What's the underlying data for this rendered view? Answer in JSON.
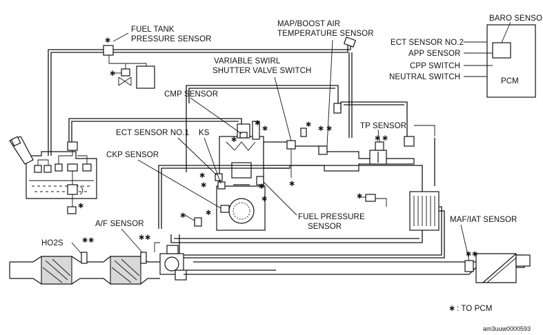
{
  "labels": {
    "fuel_tank_pressure_sensor_1": "FUEL TANK",
    "fuel_tank_pressure_sensor_2": "PRESSURE SENSOR",
    "map_boost_1": "MAP/BOOST AIR",
    "map_boost_2": "TEMPERATURE SENSOR",
    "variable_swirl_1": "VARIABLE SWIRL",
    "variable_swirl_2": "SHUTTER VALVE SWITCH",
    "cmp_sensor": "CMP SENSOR",
    "ect_sensor_no1": "ECT SENSOR NO.1",
    "ks": "KS",
    "tp_sensor": "TP SENSOR",
    "ckp_sensor": "CKP SENSOR",
    "fuel_pressure_1": "FUEL PRESSURE",
    "fuel_pressure_2": "SENSOR",
    "af_sensor": "A/F SENSOR",
    "ho2s": "HO2S",
    "maf_iat_sensor": "MAF/IAT SENSOR",
    "baro_sensor": "BARO SENSOR",
    "ect_sensor_no2": "ECT SENSOR NO.2",
    "app_sensor": "APP SENSOR",
    "cpp_switch": "CPP SWITCH",
    "neutral_switch": "NEUTRAL SWITCH",
    "pcm": "PCM"
  },
  "legend": {
    "symbol": "∗",
    "text": ": TO PCM"
  },
  "figure_code": "am3uuw0000593",
  "asterisk": "∗"
}
